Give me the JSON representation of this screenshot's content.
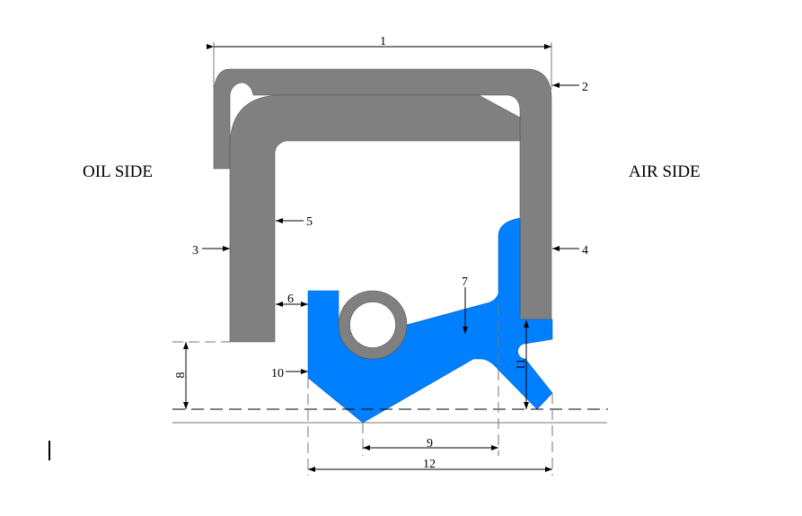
{
  "title": "Oil seal cross-section",
  "sides": {
    "oil": "OIL SIDE",
    "air": "AIR SIDE"
  },
  "labels": {
    "l1": "1",
    "l2": "2",
    "l3": "3",
    "l4": "4",
    "l5": "5",
    "l6": "6",
    "l7": "7",
    "l8": "8",
    "l9": "9",
    "l10": "10",
    "l11": "11",
    "l12": "12"
  },
  "colors": {
    "case": "#808080",
    "rubber": "#0080ff"
  }
}
